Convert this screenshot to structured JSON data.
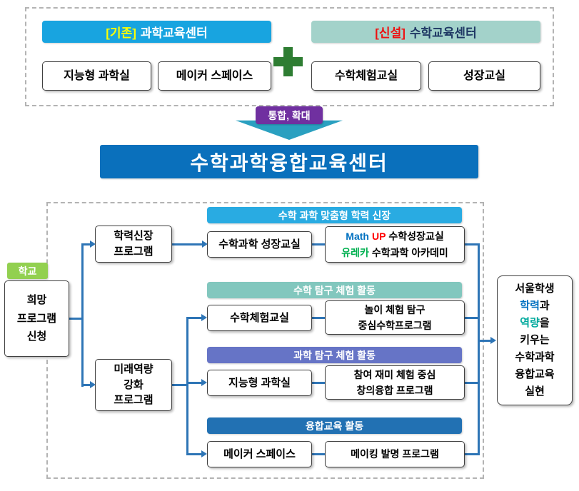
{
  "top_section": {
    "science_center": {
      "tag": "[기존]",
      "title": "과학교육센터",
      "items": [
        "지능형 과학실",
        "메이커 스페이스"
      ]
    },
    "math_center": {
      "tag": "[신설]",
      "title": "수학교육센터",
      "items": [
        "수학체험교실",
        "성장교실"
      ]
    }
  },
  "merge": {
    "badge": "통합, 확대"
  },
  "banner": {
    "title": "수학과학융합교육센터"
  },
  "flow": {
    "school_badge": "학교",
    "request_box": {
      "lines": [
        "희망",
        "프로그램",
        "신청"
      ]
    },
    "program_academic": {
      "lines": [
        "학력신장",
        "프로그램"
      ]
    },
    "program_future": {
      "lines": [
        "미래역량",
        "강화",
        "프로그램"
      ]
    },
    "rows": [
      {
        "header": "수학 과학 맞춤형 학력 신장",
        "mid": "수학과학 성장교실",
        "detail": {
          "line1": {
            "math": "Math",
            "up": "UP",
            "rest": "수학성장교실"
          },
          "line2": {
            "eureka": "유레카",
            "rest": "수학과학 아카데미"
          }
        }
      },
      {
        "header": "수학 탐구 체험 활동",
        "mid": "수학체험교실",
        "detail_lines": [
          "놀이 체험 탐구",
          "중심수학프로그램"
        ]
      },
      {
        "header": "과학 탐구 체험 활동",
        "mid": "지능형 과학실",
        "detail_lines": [
          "참여 재미 체험 중심",
          "창의융합 프로그램"
        ]
      },
      {
        "header": "융합교육 활동",
        "mid": "메이커 스페이스",
        "detail_lines": [
          "메이킹 발명 프로그램"
        ]
      }
    ]
  },
  "result_box": {
    "line1": "서울학생",
    "line2_highlight": "학력",
    "line2_rest": "과",
    "line3_highlight": "역량",
    "line3_rest": "을",
    "line4": "키우는",
    "line5": "수학과학",
    "line6": "융합교육",
    "line7": "실현"
  },
  "colors": {
    "science_header": "#18A4E0",
    "math_header": "#A3D2CA",
    "math_header_text": "#1F3864",
    "tag_existing": "#FFFF00",
    "tag_new": "#EE1111",
    "plus": "#2E7D32",
    "merge_badge": "#7030A0",
    "merge_arrow": "#2AA0C0",
    "banner": "#0A70BC",
    "school_badge": "#92D050",
    "row_header_1": "#29ABE2",
    "row_header_2": "#82C7BE",
    "row_header_3": "#6674C6",
    "row_header_4": "#2271B3",
    "connector": "#2E75B6",
    "highlight_math": "#0070C0",
    "highlight_up": "#FF0000",
    "highlight_eureka": "#00B050",
    "highlight_hakryeok": "#0070C0",
    "highlight_yeokryang": "#00A99D"
  }
}
